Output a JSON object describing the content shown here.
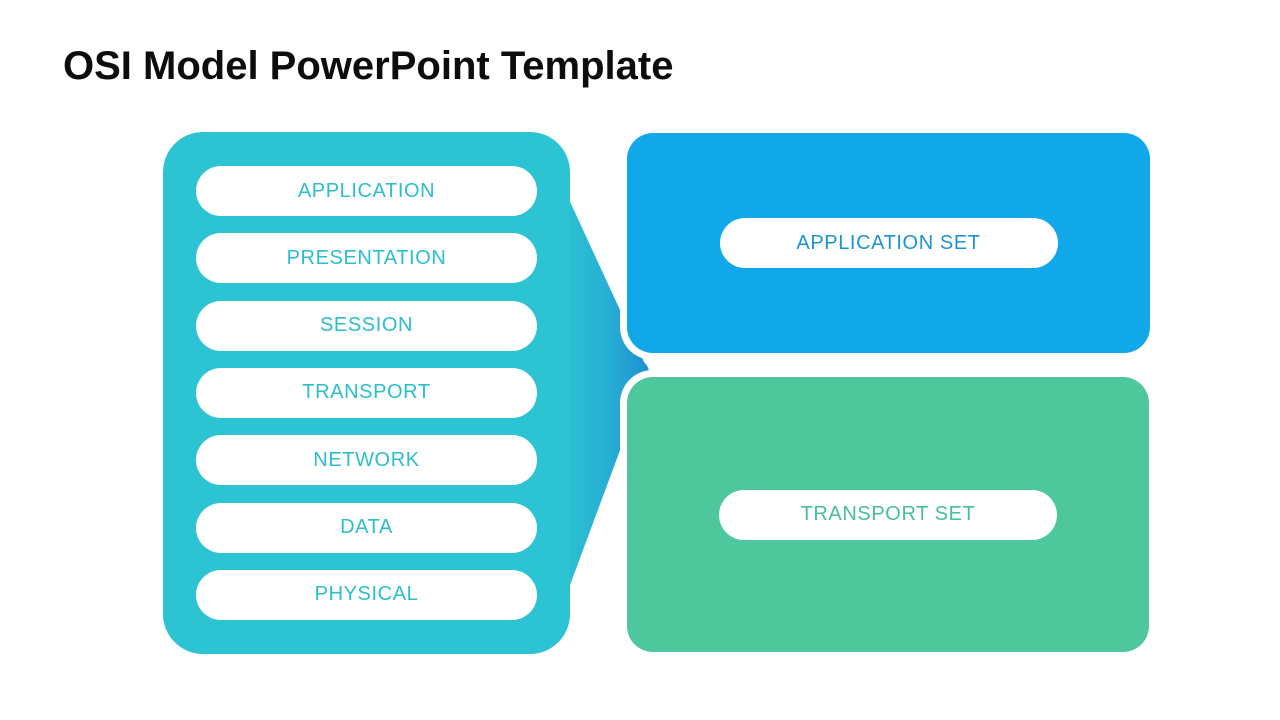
{
  "slide": {
    "title": "OSI Model PowerPoint Template"
  },
  "osi_stack": {
    "layers": [
      "APPLICATION",
      "PRESENTATION",
      "SESSION",
      "TRANSPORT",
      "NETWORK",
      "DATA",
      "PHYSICAL"
    ]
  },
  "sets": {
    "application": {
      "label": "APPLICATION SET"
    },
    "transport": {
      "label": "TRANSPORT SET"
    }
  },
  "colors": {
    "background": "#ffffff",
    "title_text": "#0d0d0d",
    "stack_panel": "#2cc3d2",
    "layer_label_text": "#2bbecd",
    "application_set_box": "#10a8e8",
    "application_set_text": "#1d94d1",
    "transport_set_box": "#4dc79b",
    "transport_set_text": "#45c193",
    "funnel_gradient_start": "#2cc3d2",
    "funnel_gradient_end": "#1e8fd0"
  }
}
